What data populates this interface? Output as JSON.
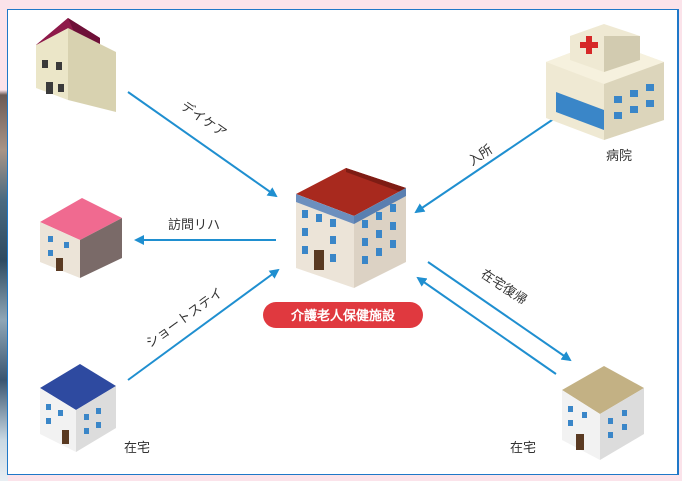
{
  "labels": {
    "daycare": "デイケア",
    "visit_rehab": "訪問リハ",
    "short_stay": "ショートステイ",
    "admission": "入所",
    "return_home": "在宅復帰",
    "hospital": "病院",
    "home_left": "在宅",
    "home_right": "在宅",
    "center": "介護老人保健施設"
  },
  "colors": {
    "arrow": "#1f8fd0",
    "badge": "#e0393f",
    "border": "#1f78c8",
    "roof_daycare": "#8e1a4a",
    "roof_visit": "#f06a90",
    "roof_short": "#2e4aa0",
    "roof_home_right": "#c3b184",
    "roof_center": "#a8291e"
  }
}
